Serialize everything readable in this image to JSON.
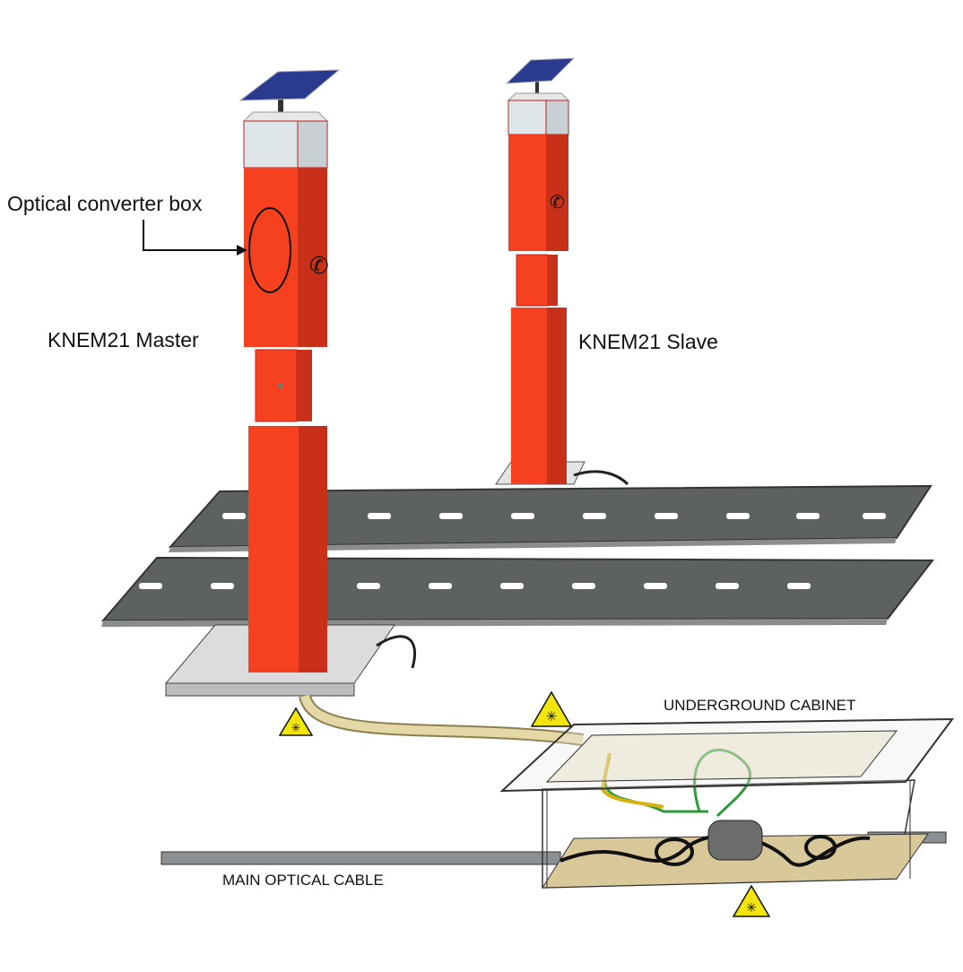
{
  "labels": {
    "converter": "Optical converter box",
    "master": "KNEM21 Master",
    "slave": "KNEM21 Slave",
    "cabinet": "UNDERGROUND CABINET",
    "main_cable": "MAIN OPTICAL CABLE"
  },
  "colors": {
    "pillar": "#f5411f",
    "pillar_dark": "#c9301a",
    "road": "#5d615f",
    "lane_mark": "#ffffff",
    "warning": "#f2e40f",
    "fiber_cable": "#e3d8a6"
  }
}
